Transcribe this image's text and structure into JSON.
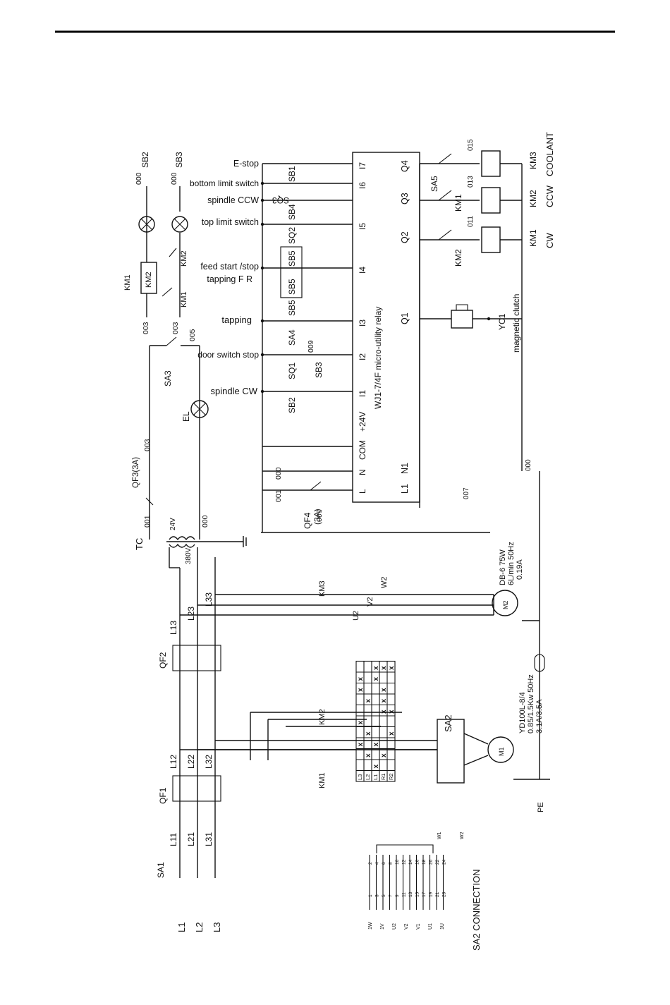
{
  "labels": {
    "estop": "E-stop",
    "bottom_limit": "bottom limit switch",
    "spindle_ccw": "spindle CCW",
    "top_limit": "top limit switch",
    "feed_start": "feed start /stop",
    "tapping_fr": "tapping  F  R",
    "tapping": "tapping",
    "door_switch": "door switch  stop",
    "spindle_cw": "spindle CW",
    "relay": "WJ1-7/4F  micro-utility relay",
    "yc1": "YC1",
    "clutch": "magnetic clutch",
    "coolant": "COOLANT",
    "ccw": "CCW",
    "cw": "CW",
    "sa2_connection": "SA2 CONNECTION",
    "pe": "PE",
    "tc": "TC"
  },
  "tags": {
    "sb1": "SB1",
    "sq3": "SQ3",
    "sb4": "SB4",
    "sq2": "SQ2",
    "sb5": "SB5",
    "sa4": "SA4",
    "sq1": "SQ1",
    "sb3": "SB3",
    "sb2": "SB2",
    "sa5": "SA5",
    "km1": "KM1",
    "km2": "KM2",
    "km3": "KM3",
    "sb3_lamp": "SB3",
    "sb2_lamp": "SB2",
    "sa3": "SA3",
    "el": "EL",
    "qf3": "QF3(3A)",
    "qf4": "QF4",
    "qf4b": "(3A)",
    "qf1": "QF1",
    "qf2": "QF2",
    "sa1": "SA1",
    "sa2": "SA2",
    "l1": "L1",
    "l2": "L2",
    "l3": "L3",
    "l11": "L11",
    "l21": "L21",
    "l31": "L31",
    "l12": "L12",
    "l22": "L22",
    "l32": "L32",
    "l13": "L13",
    "l23": "L23",
    "l33": "L33",
    "u2": "U2",
    "v2": "V2",
    "w2": "W2",
    "m2": "M2",
    "m1": "M1"
  },
  "terminals": [
    "I7",
    "I6",
    "I5",
    "I4",
    "I3",
    "I2",
    "I1",
    "+24V",
    "COM",
    "N",
    "L"
  ],
  "outputs": [
    "Q4",
    "Q3",
    "Q2",
    "Q1",
    "N1",
    "L1"
  ],
  "wire_numbers": {
    "n001": "001",
    "n003": "003",
    "n000": "000",
    "n005": "005",
    "n007": "007",
    "n009": "009",
    "n011": "011",
    "n013": "013",
    "n015": "015"
  },
  "voltages": {
    "v24": "24V",
    "v380": "380V"
  },
  "motors": {
    "pump": [
      "DB-6  75W",
      "6L/min  50Hz",
      "0.19A"
    ],
    "main": [
      "YD100L-8/4",
      "0.85/1.5Kw  50Hz",
      "3.1A/3.5A"
    ]
  },
  "sa2_table": {
    "headers": [
      "L3",
      "L2",
      "L1",
      "R1",
      "R2"
    ],
    "rows": [
      "--x--",
      "-x-x-",
      "x-x--",
      "-x--x",
      "x----",
      "---xx",
      "-x-x-",
      "x--x-",
      "x-x--",
      "--xxx"
    ]
  },
  "sa2_terminals": {
    "left": [
      "1W",
      "1V",
      "U2",
      "V2",
      "V1",
      "U1",
      "1U"
    ],
    "nums_a": [
      "1",
      "3",
      "5",
      "7",
      "9",
      "11",
      "13",
      "15",
      "17",
      "19",
      "21",
      "23"
    ],
    "nums_b": [
      "2",
      "4",
      "6",
      "8",
      "10",
      "12",
      "14",
      "16",
      "18",
      "20",
      "22",
      "24"
    ],
    "right": [
      "W1",
      "W2"
    ]
  }
}
